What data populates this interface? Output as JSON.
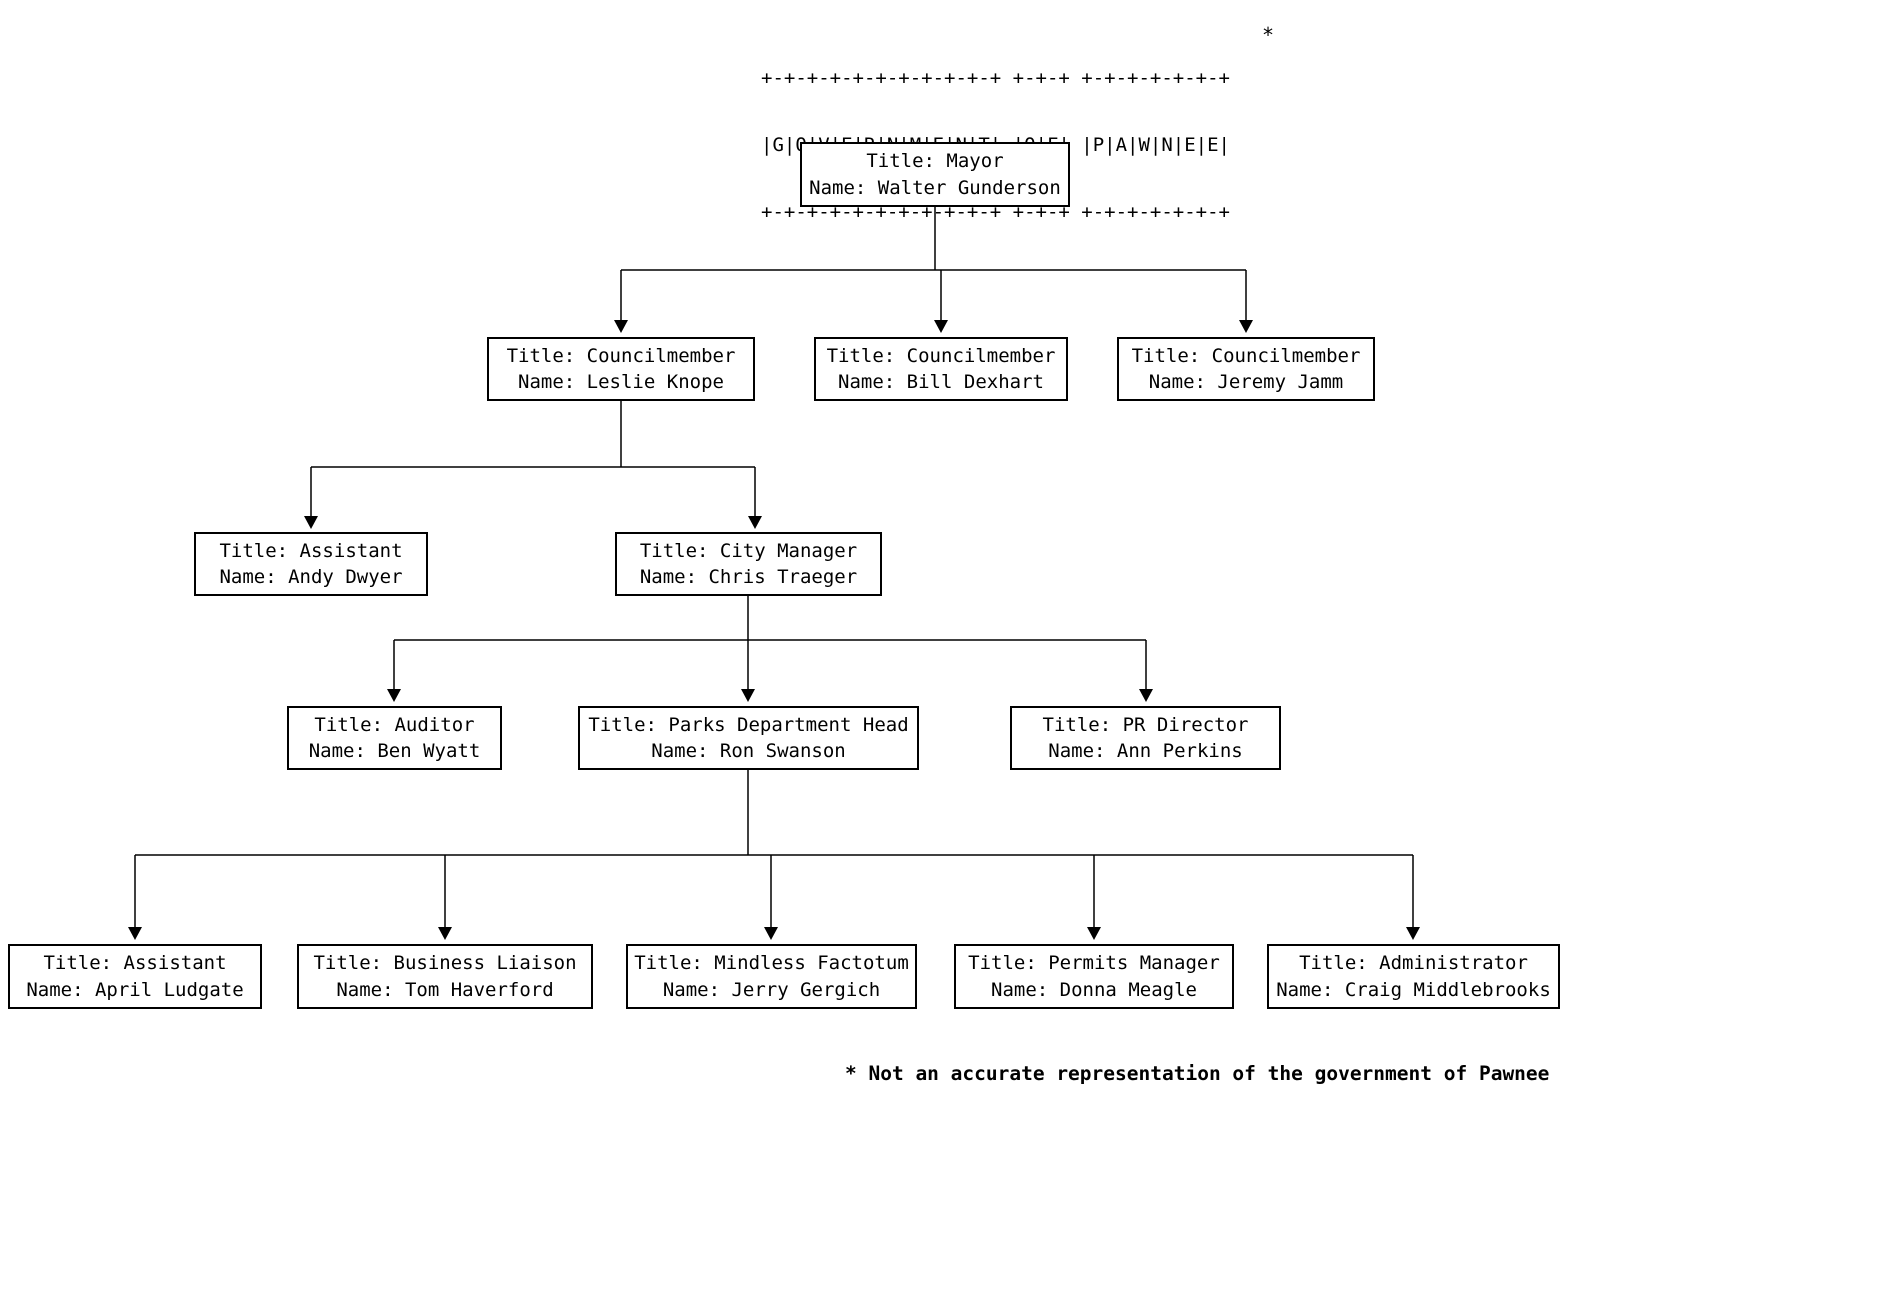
{
  "banner": {
    "line1": "+-+-+-+-+-+-+-+-+-+-+ +-+-+ +-+-+-+-+-+-+",
    "line2": "|G|O|V|E|R|N|M|E|N|T| |O|F| |P|A|W|N|E|E|",
    "line3": "+-+-+-+-+-+-+-+-+-+-+ +-+-+ +-+-+-+-+-+-+",
    "asterisk": "*"
  },
  "nodes": {
    "mayor": {
      "title_line": "Title: Mayor",
      "name_line": "Name: Walter Gunderson"
    },
    "knope": {
      "title_line": "Title: Councilmember",
      "name_line": "Name: Leslie Knope"
    },
    "dexhart": {
      "title_line": "Title: Councilmember",
      "name_line": "Name: Bill Dexhart"
    },
    "jamm": {
      "title_line": "Title: Councilmember",
      "name_line": "Name: Jeremy Jamm"
    },
    "dwyer": {
      "title_line": "Title: Assistant",
      "name_line": "Name: Andy Dwyer"
    },
    "traeger": {
      "title_line": "Title: City Manager",
      "name_line": "Name: Chris Traeger"
    },
    "wyatt": {
      "title_line": "Title: Auditor",
      "name_line": "Name: Ben Wyatt"
    },
    "swanson": {
      "title_line": "Title: Parks Department Head",
      "name_line": "Name: Ron Swanson"
    },
    "perkins": {
      "title_line": "Title: PR Director",
      "name_line": "Name: Ann Perkins"
    },
    "ludgate": {
      "title_line": "Title: Assistant",
      "name_line": "Name: April Ludgate"
    },
    "haverford": {
      "title_line": "Title: Business Liaison",
      "name_line": "Name: Tom Haverford"
    },
    "gergich": {
      "title_line": "Title: Mindless Factotum",
      "name_line": "Name: Jerry Gergich"
    },
    "meagle": {
      "title_line": "Title: Permits Manager",
      "name_line": "Name: Donna Meagle"
    },
    "middlebrooks": {
      "title_line": "Title: Administrator",
      "name_line": "Name: Craig Middlebrooks"
    }
  },
  "hierarchy": [
    {
      "parent": "Walter Gunderson",
      "children": [
        "Leslie Knope",
        "Bill Dexhart",
        "Jeremy Jamm"
      ]
    },
    {
      "parent": "Leslie Knope",
      "children": [
        "Andy Dwyer",
        "Chris Traeger"
      ]
    },
    {
      "parent": "Chris Traeger",
      "children": [
        "Ben Wyatt",
        "Ron Swanson",
        "Ann Perkins"
      ]
    },
    {
      "parent": "Ron Swanson",
      "children": [
        "April Ludgate",
        "Tom Haverford",
        "Jerry Gergich",
        "Donna Meagle",
        "Craig Middlebrooks"
      ]
    }
  ],
  "footnote": "* Not an accurate representation of the government of Pawnee"
}
